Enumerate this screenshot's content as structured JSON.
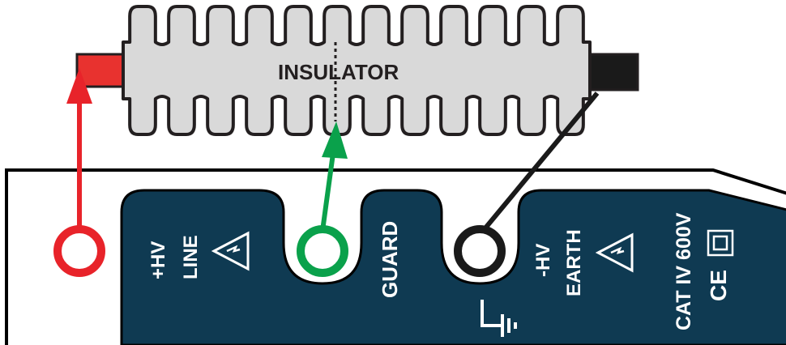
{
  "insulator": {
    "label": "INSULATOR",
    "body_color": "#d9d9d9",
    "outline_color": "#231f20",
    "red_end_color": "#e8322f",
    "black_end_color": "#1a1a1a"
  },
  "panel": {
    "color": "#0f3a52",
    "outline_color": "#000000"
  },
  "terminals": {
    "line": {
      "label_hv": "+HV",
      "label_name": "LINE",
      "ring_color": "#e8232a"
    },
    "guard": {
      "label_name": "GUARD",
      "ring_color": "#0aa14b"
    },
    "earth": {
      "label_hv": "-HV",
      "label_name": "EARTH",
      "ring_color": "#1a1a1a"
    }
  },
  "rating": {
    "text": "CAT IV 600V",
    "ce_mark": "CE",
    "double_insulation_icon": "double-square-icon",
    "warning_icon": "high-voltage-warning-icon",
    "earth_icon": "earth-ground-icon"
  },
  "wires": {
    "red": "#e8232a",
    "green": "#0aa14b",
    "black": "#1a1a1a"
  }
}
